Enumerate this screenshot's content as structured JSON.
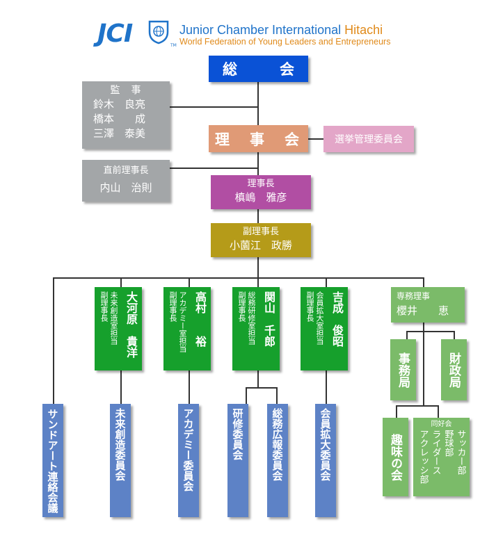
{
  "header": {
    "logo_text": "JCI",
    "org_name_part1": "Junior Chamber International",
    "org_name_part2": "Hitachi",
    "tagline": "World Federation of Young Leaders and Entrepreneurs",
    "trademark": "TM"
  },
  "colors": {
    "general_assembly": "#0a52d6",
    "board": "#e09a76",
    "election_committee": "#e3a6c8",
    "president": "#b14ea3",
    "vp_senior": "#b59b19",
    "vice_president": "#16a02c",
    "bureau": "#7bbb69",
    "committee": "#5d82c6",
    "auditor": "#a3a6a8"
  },
  "nodes": {
    "general_assembly": "総　会",
    "auditors": {
      "title": "監　事",
      "names": [
        "鈴木　良亮",
        "橋本　　成",
        "三澤　泰美"
      ]
    },
    "board": "理　事　会",
    "election_committee": "選挙管理委員会",
    "past_president": {
      "title": "直前理事長",
      "name": "内山　治則"
    },
    "president": {
      "title": "理事長",
      "name": "槙嶋　雅彦"
    },
    "senior_vp": {
      "title": "副理事長",
      "name": "小薗江　政勝"
    },
    "vice_presidents": [
      {
        "name": "大河原　貴洋",
        "role": "未来創造室担当\n副理事長"
      },
      {
        "name": "高村　　裕",
        "role": "アカデミー室担当\n副理事長"
      },
      {
        "name": "関山　千郎",
        "role": "総務研修室担当\n副理事長"
      },
      {
        "name": "吉成　俊昭",
        "role": "会員拡大室担当\n副理事長"
      }
    ],
    "executive_director": {
      "title": "専務理事",
      "name": "櫻井　　恵"
    },
    "bureaus": [
      "事務局",
      "財政局"
    ],
    "committees": [
      "サンドアート連絡会議",
      "未来創造委員会",
      "アカデミー委員会",
      "研修委員会",
      "総務広報委員会",
      "会員拡大委員会"
    ],
    "hobby_club": "趣味の会",
    "club_group": {
      "title": "同好会",
      "clubs": [
        "サッカー部",
        "野球部",
        "ライダース",
        "アクレッシ部"
      ]
    }
  }
}
